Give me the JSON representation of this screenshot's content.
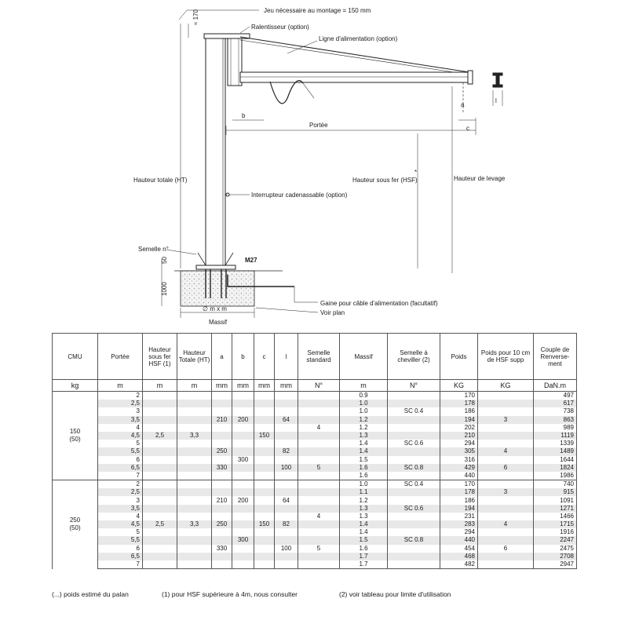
{
  "drawing": {
    "labels": {
      "jeu": "Jeu nécessaire au montage = 150 mm",
      "ralentisseur": "Ralentisseur (option)",
      "ligne": "Ligne d'alimentation (option)",
      "portee": "Portée",
      "hauteur_totale": "Hauteur totale (HT)",
      "hauteur_sous_fer": "Hauteur sous fer (HSF)",
      "hauteur_levage": "Hauteur de levage",
      "interrupteur": "Interrupteur cadenassable (option)",
      "semelle": "Semelle n°",
      "m27": "M27",
      "gaine": "Gaine pour câble d'alimentation (facultatif)",
      "voir_plan": "Voir plan",
      "massif": "Massif",
      "dim_mxm": "∅ m x m",
      "dim_170": "≈ 170",
      "dim_50": "50",
      "dim_1000": "1000",
      "b": "b",
      "c": "c",
      "a": "a",
      "l": "l",
      "star": "*"
    }
  },
  "table": {
    "headers": [
      "CMU",
      "Portée",
      "Hauteur sous fer HSF (1)",
      "Hauteur Totale (HT)",
      "a",
      "b",
      "c",
      "l",
      "Semelle standard",
      "Massif",
      "Semelle à cheviller (2)",
      "Poids",
      "Poids pour 10 cm de HSF supp",
      "Couple de Renverse-ment"
    ],
    "units": [
      "kg",
      "m",
      "m",
      "m",
      "mm",
      "mm",
      "mm",
      "mm",
      "N°",
      "m",
      "N°",
      "KG",
      "KG",
      "DaN.m"
    ],
    "groups": [
      {
        "cmu": "150",
        "cmu_sub": "(50)",
        "hsf": "2,5",
        "ht": "3,3",
        "rows": [
          {
            "portee": "2",
            "a": "",
            "b": "",
            "c": "",
            "l": "",
            "semelle": "",
            "massif": "0.9",
            "cheviller": "",
            "poids": "170",
            "supp": "",
            "couple": "497"
          },
          {
            "portee": "2,5",
            "a": "",
            "b": "",
            "c": "",
            "l": "",
            "semelle": "",
            "massif": "1.0",
            "cheviller": "",
            "poids": "178",
            "supp": "",
            "couple": "617"
          },
          {
            "portee": "3",
            "a": "",
            "b": "",
            "c": "",
            "l": "",
            "semelle": "",
            "massif": "1.0",
            "cheviller": "SC 0.4",
            "poids": "186",
            "supp": "",
            "couple": "738"
          },
          {
            "portee": "3,5",
            "a": "210",
            "b": "200",
            "c": "",
            "l": "64",
            "semelle": "",
            "massif": "1.2",
            "cheviller": "",
            "poids": "194",
            "supp": "3",
            "couple": "863"
          },
          {
            "portee": "4",
            "a": "",
            "b": "",
            "c": "",
            "l": "",
            "semelle": "4",
            "massif": "1.2",
            "cheviller": "",
            "poids": "202",
            "supp": "",
            "couple": "989"
          },
          {
            "portee": "4,5",
            "a": "",
            "b": "",
            "c": "150",
            "l": "",
            "semelle": "",
            "massif": "1.3",
            "cheviller": "",
            "poids": "210",
            "supp": "",
            "couple": "1119"
          },
          {
            "portee": "5",
            "a": "",
            "b": "",
            "c": "",
            "l": "",
            "semelle": "",
            "massif": "1.4",
            "cheviller": "SC 0.6",
            "poids": "294",
            "supp": "",
            "couple": "1339"
          },
          {
            "portee": "5,5",
            "a": "250",
            "b": "",
            "c": "",
            "l": "82",
            "semelle": "",
            "massif": "1.4",
            "cheviller": "",
            "poids": "305",
            "supp": "4",
            "couple": "1489"
          },
          {
            "portee": "6",
            "a": "",
            "b": "300",
            "c": "",
            "l": "",
            "semelle": "",
            "massif": "1.5",
            "cheviller": "",
            "poids": "316",
            "supp": "",
            "couple": "1644"
          },
          {
            "portee": "6,5",
            "a": "330",
            "b": "",
            "c": "",
            "l": "100",
            "semelle": "5",
            "massif": "1.6",
            "cheviller": "SC 0.8",
            "poids": "429",
            "supp": "6",
            "couple": "1824"
          },
          {
            "portee": "7",
            "a": "",
            "b": "",
            "c": "",
            "l": "",
            "semelle": "",
            "massif": "1.6",
            "cheviller": "",
            "poids": "440",
            "supp": "",
            "couple": "1986"
          }
        ]
      },
      {
        "cmu": "250",
        "cmu_sub": "(50)",
        "hsf": "2,5",
        "ht": "3,3",
        "rows": [
          {
            "portee": "2",
            "a": "",
            "b": "",
            "c": "",
            "l": "",
            "semelle": "",
            "massif": "1.0",
            "cheviller": "SC 0.4",
            "poids": "170",
            "supp": "",
            "couple": "740"
          },
          {
            "portee": "2,5",
            "a": "",
            "b": "",
            "c": "",
            "l": "",
            "semelle": "",
            "massif": "1.1",
            "cheviller": "",
            "poids": "178",
            "supp": "3",
            "couple": "915"
          },
          {
            "portee": "3",
            "a": "210",
            "b": "200",
            "c": "",
            "l": "64",
            "semelle": "",
            "massif": "1.2",
            "cheviller": "",
            "poids": "186",
            "supp": "",
            "couple": "1091"
          },
          {
            "portee": "3,5",
            "a": "",
            "b": "",
            "c": "",
            "l": "",
            "semelle": "",
            "massif": "1.3",
            "cheviller": "SC 0.6",
            "poids": "194",
            "supp": "",
            "couple": "1271"
          },
          {
            "portee": "4",
            "a": "",
            "b": "",
            "c": "",
            "l": "",
            "semelle": "4",
            "massif": "1.3",
            "cheviller": "",
            "poids": "231",
            "supp": "",
            "couple": "1466"
          },
          {
            "portee": "4,5",
            "a": "250",
            "b": "",
            "c": "150",
            "l": "82",
            "semelle": "",
            "massif": "1.4",
            "cheviller": "",
            "poids": "283",
            "supp": "4",
            "couple": "1715"
          },
          {
            "portee": "5",
            "a": "",
            "b": "",
            "c": "",
            "l": "",
            "semelle": "",
            "massif": "1.4",
            "cheviller": "",
            "poids": "294",
            "supp": "",
            "couple": "1916"
          },
          {
            "portee": "5,5",
            "a": "",
            "b": "300",
            "c": "",
            "l": "",
            "semelle": "",
            "massif": "1.5",
            "cheviller": "SC 0.8",
            "poids": "440",
            "supp": "",
            "couple": "2247"
          },
          {
            "portee": "6",
            "a": "330",
            "b": "",
            "c": "",
            "l": "100",
            "semelle": "5",
            "massif": "1.6",
            "cheviller": "",
            "poids": "454",
            "supp": "6",
            "couple": "2475"
          },
          {
            "portee": "6,5",
            "a": "",
            "b": "",
            "c": "",
            "l": "",
            "semelle": "",
            "massif": "1.7",
            "cheviller": "",
            "poids": "468",
            "supp": "",
            "couple": "2708"
          },
          {
            "portee": "7",
            "a": "",
            "b": "",
            "c": "",
            "l": "",
            "semelle": "",
            "massif": "1.7",
            "cheviller": "",
            "poids": "482",
            "supp": "",
            "couple": "2947"
          }
        ]
      }
    ]
  },
  "notes": {
    "n1": "(...) poids estimé du palan",
    "n2": "(1) pour HSF supérieure à 4m, nous consulter",
    "n3": "(2) voir tableau pour limite d'utilisation"
  }
}
